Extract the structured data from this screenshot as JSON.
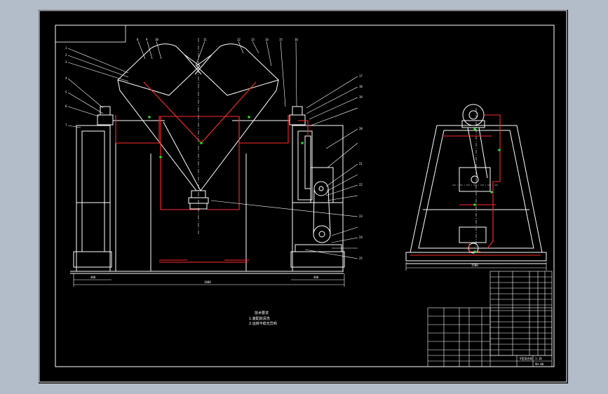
{
  "colors": {
    "desktop": "#b3bcc9",
    "sheet": "#000000",
    "line_white": "#ffffff",
    "line_red": "#ff2a2a",
    "line_green": "#22dd22"
  },
  "views": [
    "front-elevation",
    "side-elevation"
  ],
  "dims": {
    "left_base": "400",
    "right_base": "400",
    "overall_width": "1800",
    "side_base": "1500"
  },
  "tech_notes": {
    "heading": "技术要求",
    "line1": "1.装配前清洗",
    "line2": "2.运转平稳无异响"
  },
  "title_block": {
    "title_label": "V型混合机",
    "drawing_no": "VH-00",
    "scale": "1:10"
  },
  "part_labels": [
    "1",
    "2",
    "3",
    "4",
    "5",
    "6",
    "7",
    "8",
    "9",
    "10",
    "11",
    "12",
    "13",
    "14",
    "15",
    "16",
    "17",
    "18",
    "19",
    "20",
    "21",
    "22",
    "23",
    "24",
    "25"
  ]
}
